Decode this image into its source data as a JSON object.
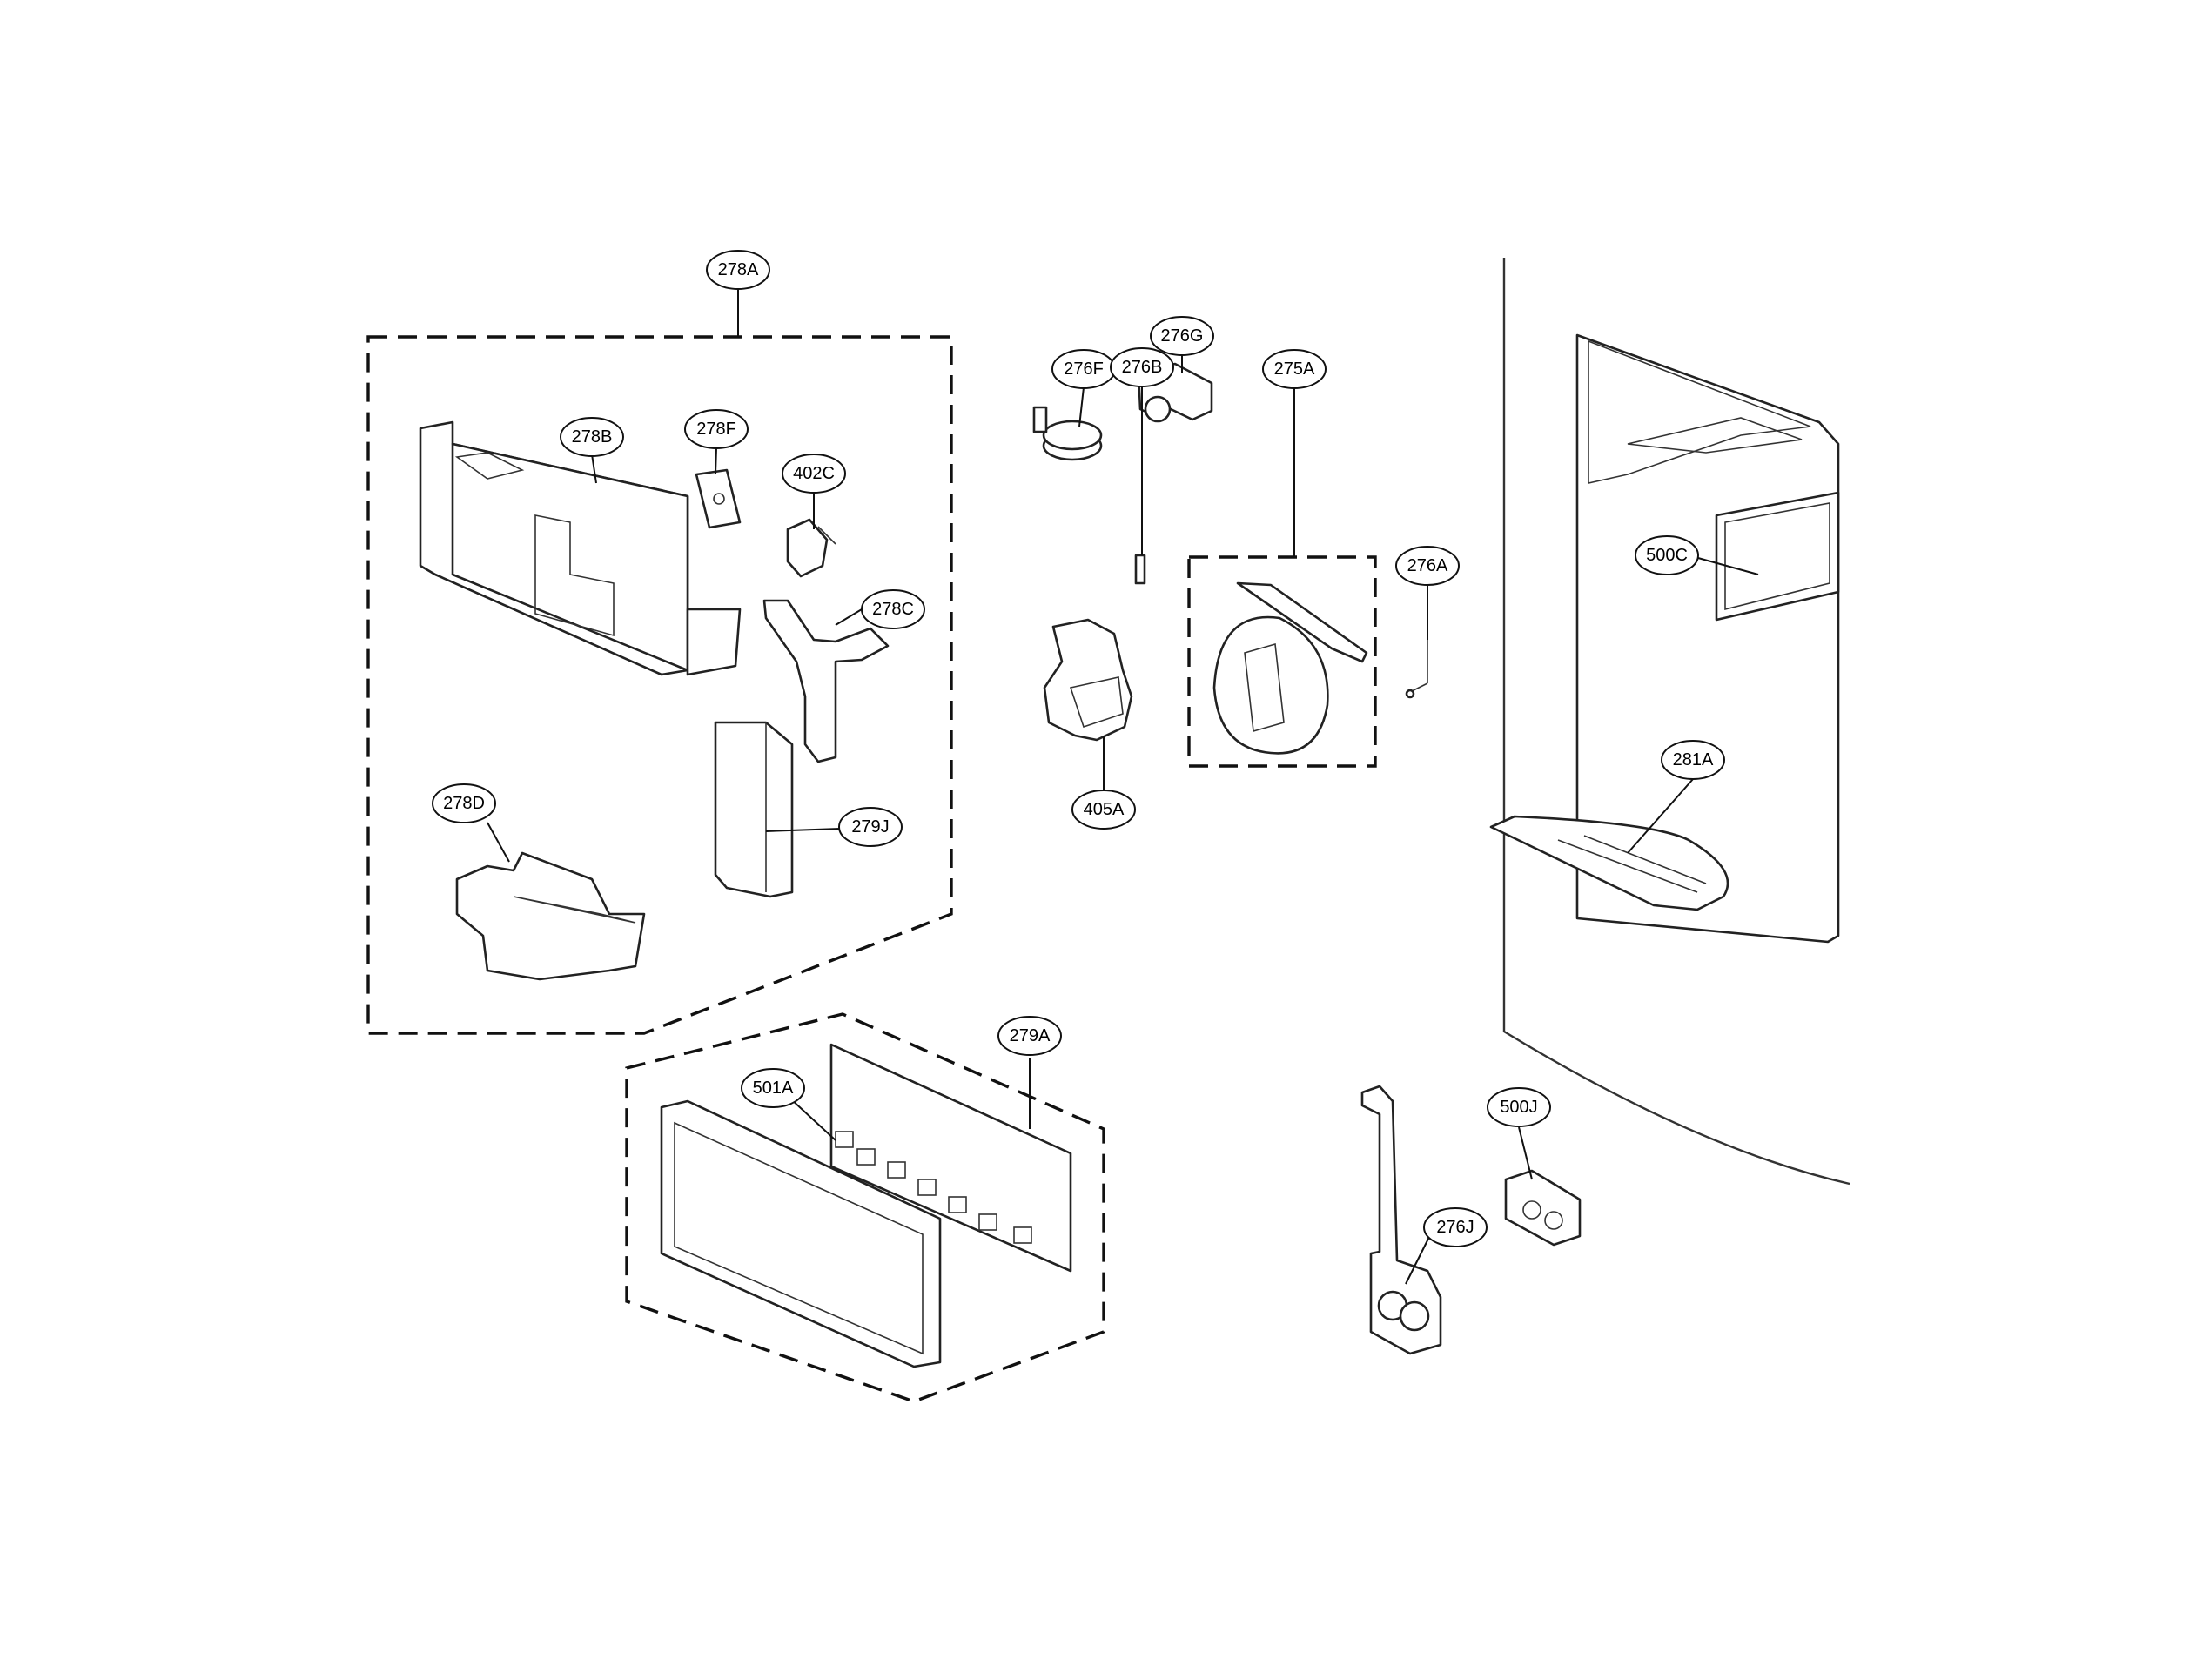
{
  "callouts": {
    "c278A": "278A",
    "c278B": "278B",
    "c278F": "278F",
    "c402C": "402C",
    "c278C": "278C",
    "c278D": "278D",
    "c279J": "279J",
    "c276F": "276F",
    "c276G": "276G",
    "c276B": "276B",
    "c275A": "275A",
    "c276A": "276A",
    "c405A": "405A",
    "c500C": "500C",
    "c281A": "281A",
    "c279A": "279A",
    "c501A": "501A",
    "c500J": "500J",
    "c276J": "276J"
  }
}
